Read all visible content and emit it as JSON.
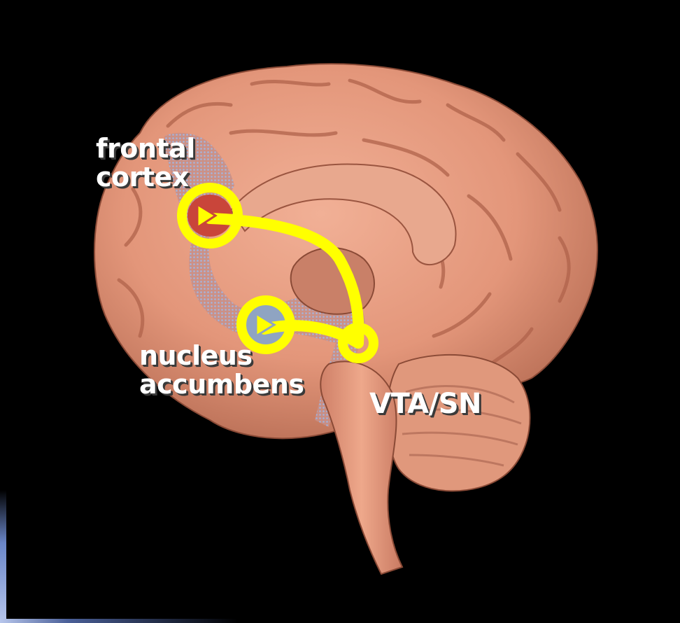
{
  "labels": {
    "frontal": {
      "line1": "frontal",
      "line2": "cortex"
    },
    "nucleus": {
      "line1": "nucleus",
      "line2": "accumbens"
    },
    "vta": "VTA/SN"
  },
  "colors": {
    "background": "#000000",
    "brain": "#e49a7c",
    "pathway": "#ffff00",
    "highlight": "#a9bfe0"
  }
}
